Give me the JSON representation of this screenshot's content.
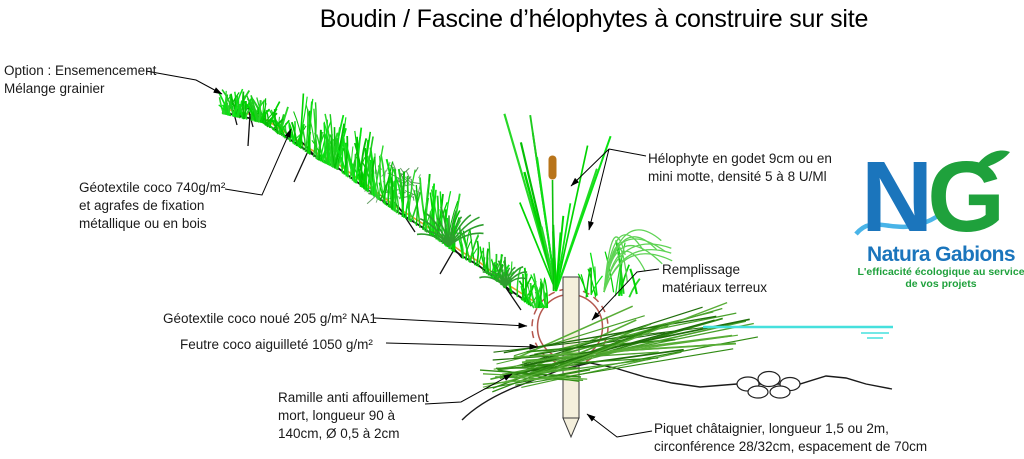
{
  "title": "Boudin / Fascine d’hélophytes à construire sur site",
  "labels": {
    "option": {
      "line1": "Option : Ensemencement",
      "line2": "Mélange grainier"
    },
    "geotextile740": {
      "line1": "Géotextile coco 740g/m²",
      "line2": "et agrafes de fixation",
      "line3": "métallique ou en bois"
    },
    "geotextile205": {
      "line1": "Géotextile coco noué 205 g/m² NA1"
    },
    "feutre": {
      "line1": "Feutre coco aiguilleté 1050 g/m²"
    },
    "ramille": {
      "line1": "Ramille anti affouillement",
      "line2": "mort, longueur 90 à",
      "line3": "140cm, Ø 0,5 à 2cm"
    },
    "helophyte": {
      "line1": "Hélophyte en godet 9cm ou en",
      "line2": "mini motte, densité 5 à 8 U/Ml"
    },
    "remplissage": {
      "line1": "Remplissage",
      "line2": "matériaux terreux"
    },
    "piquet": {
      "line1": "Piquet châtaignier, longueur 1,5 ou 2m,",
      "line2": "circonférence 28/32cm, espacement de 70cm"
    }
  },
  "logo": {
    "letter_n": "N",
    "letter_g": "G",
    "name": "Natura Gabions",
    "tagline_line1": "L'efficacité écologique au service",
    "tagline_line2": "de vos projets"
  },
  "colors": {
    "grass_green": "#00d400",
    "dark_plant_green": "#2d9e2d",
    "fascine_outline": "#b4574e",
    "stake_fill": "#f4efdc",
    "water_cyan": "#45e0dd",
    "geotextile_orange": "#e79a2a",
    "cattail_brown": "#b8741a",
    "logo_blue": "#1b75bc",
    "logo_green": "#1fa13c",
    "line_black": "#1a1a1a"
  }
}
